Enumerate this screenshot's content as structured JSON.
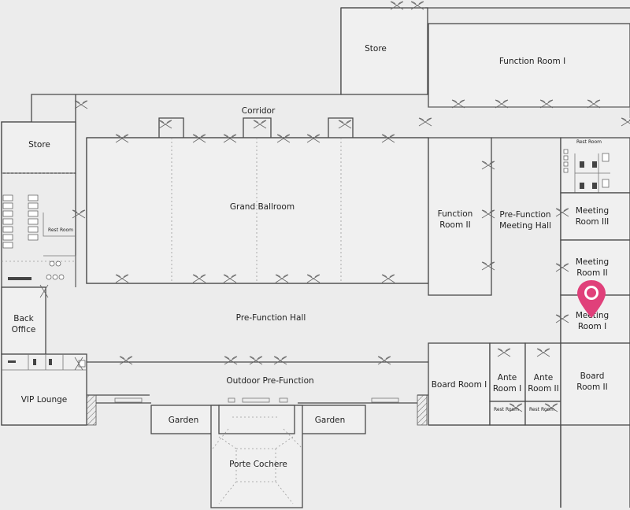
{
  "labels": {
    "store_top": "Store",
    "function_room_1": "Function Room I",
    "corridor": "Corridor",
    "store_left": "Store",
    "grand_ballroom": "Grand Ballroom",
    "function_room_2_l1": "Function",
    "function_room_2_l2": "Room II",
    "prefunction_meeting_l1": "Pre-Function",
    "prefunction_meeting_l2": "Meeting Hall",
    "rest_room_top": "Rest Room",
    "meeting_room_3_l1": "Meeting",
    "meeting_room_3_l2": "Room III",
    "meeting_room_2_l1": "Meeting",
    "meeting_room_2_l2": "Room II",
    "meeting_room_1_l1": "Meeting",
    "meeting_room_1_l2": "Room I",
    "rest_room_left": "Rest Room",
    "back_office_l1": "Back",
    "back_office_l2": "Office",
    "prefunction_hall": "Pre-Function Hall",
    "vip_lounge": "VIP Lounge",
    "outdoor_prefunction": "Outdoor Pre-Function",
    "board_room_1": "Board Room I",
    "ante_room_1_l1": "Ante",
    "ante_room_1_l2": "Room I",
    "ante_room_2_l1": "Ante",
    "ante_room_2_l2": "Room II",
    "board_room_2_l1": "Board",
    "board_room_2_l2": "Room II",
    "rest_room_b1": "Rest Room",
    "rest_room_b2": "Rest Room",
    "garden_left": "Garden",
    "garden_right": "Garden",
    "porte_cochere": "Porte Cochere"
  },
  "selected_location": "Meeting Room I",
  "marker": {
    "icon": "location-pin-icon",
    "color": "#e0407a"
  }
}
